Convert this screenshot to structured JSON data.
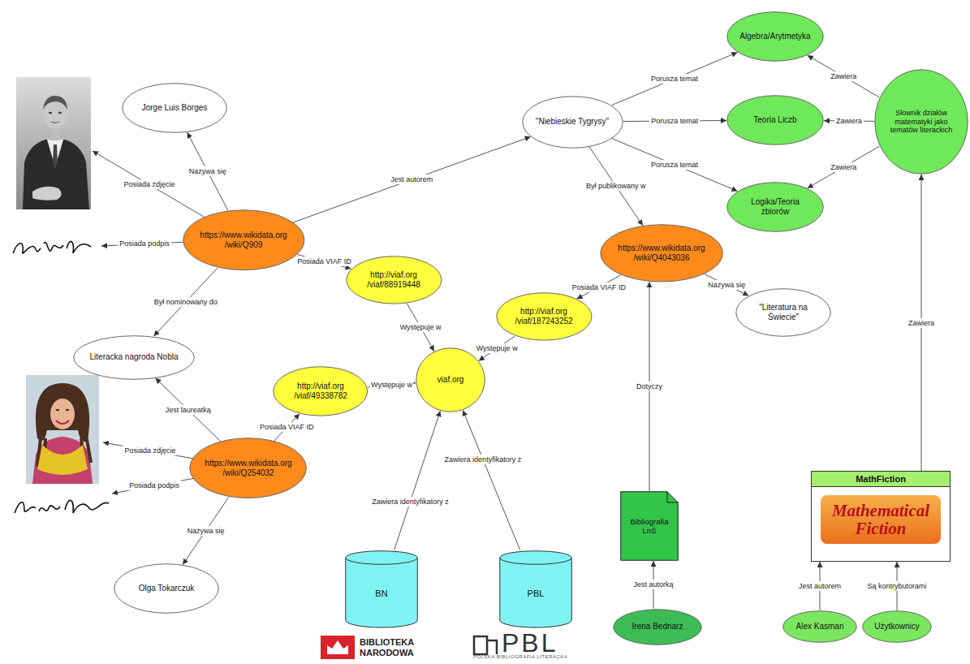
{
  "diagram": {
    "nodes": [
      {
        "text": [
          "Jorge Luis Borges"
        ]
      },
      {
        "text": [
          "Algebra/Arytmetyka"
        ]
      },
      {
        "text": [
          "\"Niebieskie Tygrysy\""
        ]
      },
      {
        "text": [
          "Teoria Liczb"
        ]
      },
      {
        "text": [
          "Słownik działów matematyki jako tematów literackich"
        ]
      },
      {
        "text": [
          "Logika/Teoria zbiorów"
        ]
      },
      {
        "text": [
          "https://www.wikidata.org /wiki/Q909"
        ]
      },
      {
        "text": [
          "http://viaf.org /viaf/88919448"
        ]
      },
      {
        "text": [
          "https://www.wikidata.org /wiki/Q4043036"
        ]
      },
      {
        "text": [
          "\"Literatura na Świecie\""
        ]
      },
      {
        "text": [
          "http://viaf.org /viaf/187243252"
        ]
      },
      {
        "text": [
          "Literacka nagroda Nobla"
        ]
      },
      {
        "text": [
          "viaf.org"
        ]
      },
      {
        "text": [
          "http://viaf.org /viaf/49338782"
        ]
      },
      {
        "text": [
          "https://www.wikidata.org /wiki/Q254032"
        ]
      },
      {
        "text": [
          "Olga Tokarczuk"
        ]
      },
      {
        "text": [
          "BN"
        ]
      },
      {
        "text": [
          "PBL"
        ]
      },
      {
        "text": [
          "Bibliografia LnŚ"
        ]
      },
      {
        "text": [
          "Irena Bednarz"
        ]
      },
      {
        "text": [
          "MathFiction",
          "Mathematical Fiction"
        ]
      },
      {
        "text": [
          "Alex Kasman"
        ]
      },
      {
        "text": [
          "Użytkownicy"
        ]
      }
    ],
    "edges": [
      {
        "from": 6,
        "to": 0,
        "arrow": "to",
        "label": "Nazywa się"
      },
      {
        "from": 6,
        "to": 2,
        "arrow": "to",
        "label": "Jest autorem"
      },
      {
        "from": 6,
        "to": 7,
        "arrow": "to",
        "label": "Posiada VIAF ID"
      },
      {
        "from": 6,
        "to": 11,
        "arrow": "to",
        "label": "Był nominowany do"
      },
      {
        "from": 2,
        "to": 1,
        "arrow": "to",
        "label": "Porusza temat"
      },
      {
        "from": 2,
        "to": 3,
        "arrow": "to",
        "label": "Porusza temat"
      },
      {
        "from": 2,
        "to": 5,
        "arrow": "to",
        "label": "Porusza temat"
      },
      {
        "from": 2,
        "to": 8,
        "arrow": "to",
        "label": "Był publikowany w"
      },
      {
        "from": 4,
        "to": 1,
        "arrow": "to",
        "label": "Zawiera"
      },
      {
        "from": 4,
        "to": 3,
        "arrow": "to",
        "label": "Zawiera"
      },
      {
        "from": 4,
        "to": 5,
        "arrow": "to",
        "label": "Zawiera"
      },
      {
        "from": 8,
        "to": 10,
        "arrow": "to",
        "label": "Posiada VIAF ID"
      },
      {
        "from": 8,
        "to": 9,
        "arrow": "to",
        "label": "Nazywa się"
      },
      {
        "from": 7,
        "to": 12,
        "arrow": "to",
        "label": "Występuje w"
      },
      {
        "from": 10,
        "to": 12,
        "arrow": "to",
        "label": "Występuje w"
      },
      {
        "from": 13,
        "to": 12,
        "arrow": "to",
        "label": "Występuje w"
      },
      {
        "from": 14,
        "to": 11,
        "arrow": "to",
        "label": "Jest laureatką"
      },
      {
        "from": 14,
        "to": 13,
        "arrow": "to",
        "label": "Posiada VIAF ID"
      },
      {
        "from": 14,
        "to": 15,
        "arrow": "to",
        "label": "Nazywa się"
      },
      {
        "from": 16,
        "to": 12,
        "arrow": "to",
        "label": "Zawiera identyfikatory z"
      },
      {
        "from": 17,
        "to": 12,
        "arrow": "to",
        "label": "Zawiera identyfikatory z"
      },
      {
        "from": 18,
        "to": 8,
        "arrow": "to",
        "label": "Dotyczy"
      },
      {
        "from": 19,
        "to": 18,
        "arrow": "to",
        "label": "Jest autorką"
      },
      {
        "from": 20,
        "to": 4,
        "arrow": "to",
        "label": "Zawiera"
      },
      {
        "from": 21,
        "to": 20,
        "arrow": "to",
        "label": "Jest autorem"
      },
      {
        "from": 22,
        "to": 20,
        "arrow": "to",
        "label": "Są kontrybutorami"
      }
    ],
    "labels": [
      "Posiada zdjęcie",
      "Posiada podpis",
      "Posiada zdjęcie",
      "Posiada podpis",
      "BIBLIOTEKA NARODOWA",
      "PBL",
      "POLSKA BIBLIOGRAFIA LITERACKA"
    ]
  }
}
